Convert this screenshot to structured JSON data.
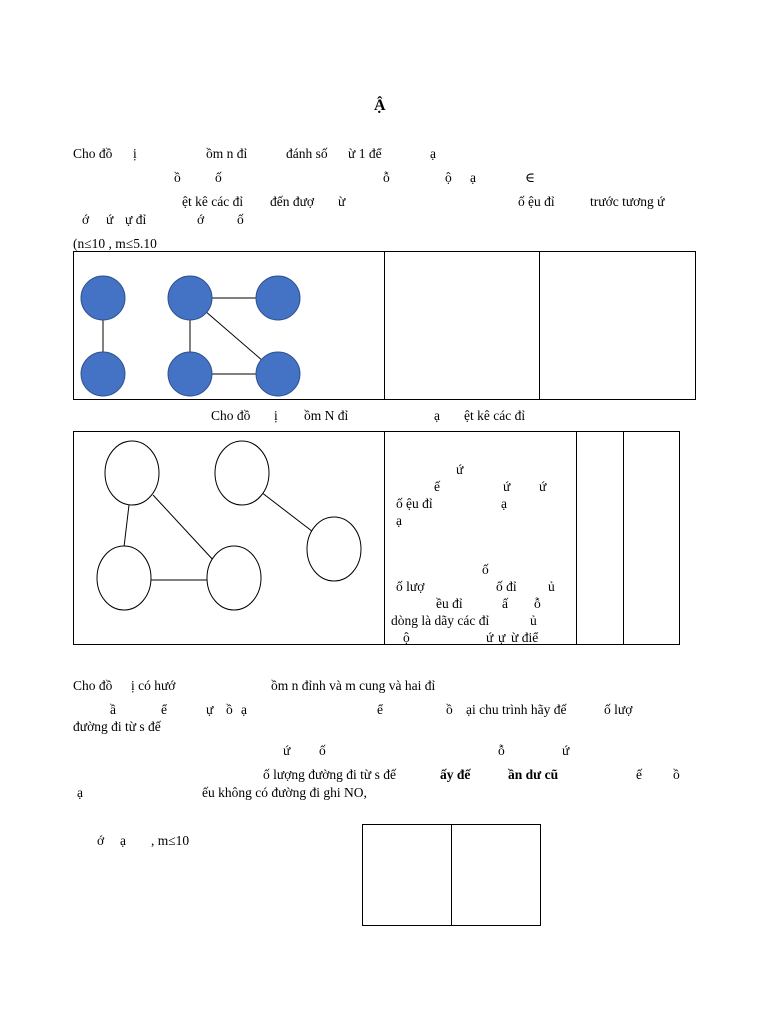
{
  "title": "Ậ",
  "p1": {
    "l1": [
      "Cho đồ",
      "ị",
      "ồm n đỉ",
      "đánh số",
      "ừ 1 để",
      "ạ"
    ],
    "l2": [
      "ồ",
      "ố",
      "ỗ",
      "ộ",
      "ạ",
      "∈"
    ],
    "l3": [
      "ệt kê các đỉ",
      "đến đượ",
      "ừ",
      "ố",
      "ệu đỉ",
      "trước tương ứ"
    ],
    "l4": [
      "ớ",
      "ứ",
      "ự đỉ",
      "ớ",
      "ố"
    ],
    "l5": "(n≤10 , m≤5.10"
  },
  "p2": {
    "intro": [
      "Cho đồ",
      "ị",
      "ồm N đỉ",
      "ạ",
      "ệt kê các đỉ"
    ],
    "c1": [
      "ứ",
      "ế",
      "ứ",
      "ứ"
    ],
    "c2": [
      "ố",
      "ệu đỉ",
      "ạ"
    ],
    "c3": "ạ",
    "c4": "ố",
    "c5": [
      "ố lượ",
      "ố đỉ",
      "ủ"
    ],
    "c6": [
      "ều đỉ",
      "ấ",
      "ỗ"
    ],
    "c7": [
      "dòng là dãy các đỉ",
      "ủ"
    ],
    "c8": [
      "ộ",
      "ứ",
      "ự",
      "ừ điể"
    ]
  },
  "p3": {
    "l1": [
      "Cho đồ",
      "ị có hướ",
      "ồm n đỉnh và m cung và hai đỉ"
    ],
    "l2": [
      "ầ",
      "ể",
      "ự",
      "ồ",
      "ạ",
      "ể",
      "ồ",
      "ại chu trình hãy đế",
      "ố lượ"
    ],
    "l3": "đường đi từ s đế",
    "l4": [
      "ứ",
      "ố",
      "ỗ",
      "ứ"
    ],
    "l5": [
      "ố lượng đường đi từ s đế",
      "ấy đế",
      "ần dư cũ",
      "ế",
      "ồ"
    ],
    "l6": [
      "ạ",
      "ếu không có đường đi ghi NO,"
    ],
    "l7": [
      "ớ",
      "ạ",
      ", m≤10"
    ]
  }
}
